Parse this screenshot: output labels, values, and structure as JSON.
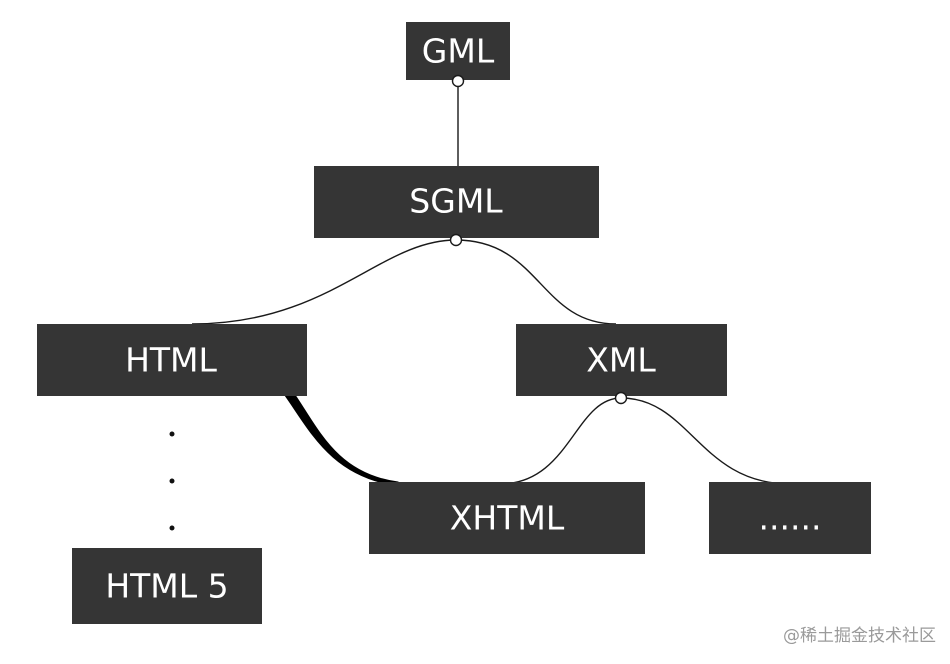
{
  "nodes": {
    "gml": "GML",
    "sgml": "SGML",
    "html": "HTML",
    "xml": "XML",
    "xhtml": "XHTML",
    "more": "......",
    "html5": "HTML 5"
  },
  "watermark": "@稀土掘金技术社区"
}
